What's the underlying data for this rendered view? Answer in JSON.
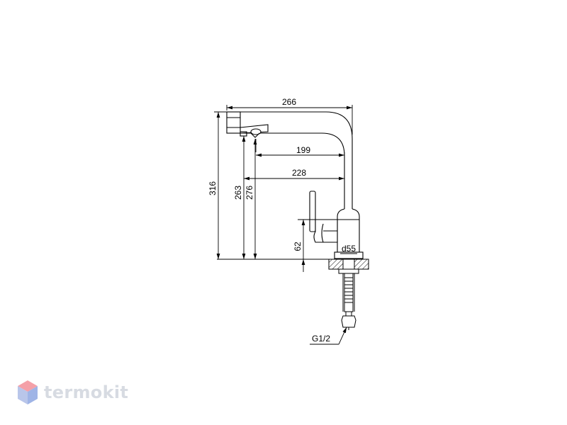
{
  "dimensions": {
    "d266": "266",
    "d199": "199",
    "d228": "228",
    "d316": "316",
    "d263": "263",
    "d276": "276",
    "d62": "62",
    "d55": "d55",
    "g12": "G1/2"
  },
  "logo": {
    "text": "termokit",
    "colors": {
      "top": "#f4a0a8",
      "left": "#b9c6ea",
      "right": "#9fb4e6",
      "text": "#d7dbe2"
    }
  }
}
